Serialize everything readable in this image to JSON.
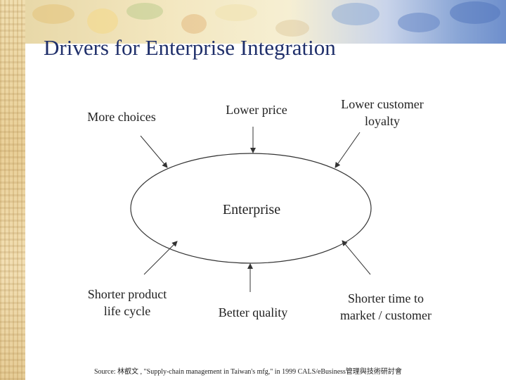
{
  "title": "Drivers for Enterprise Integration",
  "center": "Enterprise",
  "drivers": {
    "more_choices": "More choices",
    "lower_price": "Lower price",
    "lower_customer_loyalty": "Lower customer\nloyalty",
    "shorter_product_life_cycle": "Shorter product\nlife cycle",
    "better_quality": "Better quality",
    "shorter_time_to_market": "Shorter time to\nmarket / customer"
  },
  "source": "Source: 林叡文 , \"Supply-chain management in Taiwan's mfg,\" in 1999 CALS/eBusiness管理與技術研討會",
  "colors": {
    "title": "#1f2f6a",
    "text": "#222222",
    "lines": "#333333"
  }
}
